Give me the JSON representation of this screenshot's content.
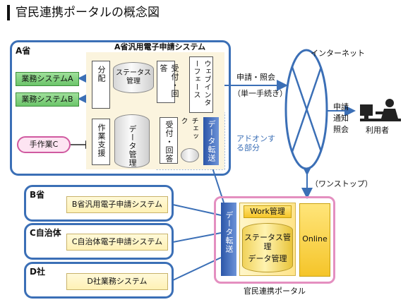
{
  "title": "官民連携ポータルの概念図",
  "a_ministry": {
    "label": "A省",
    "system_title": "A省汎用電子申請システム",
    "business_a": "業務システムA",
    "business_b": "業務システムB",
    "manual_c": "手作業C",
    "distribute": "分配",
    "status_mgmt": "ステータス管理",
    "reception_1": "受付・回答",
    "web_interface": "ウェブインターフェース",
    "work_support": "作業支援",
    "data_mgmt": "データ管理",
    "reception_2": "受付・回答",
    "check": "チェック",
    "data_transfer": "データ転送",
    "addon": "アドオンする部分"
  },
  "internet": {
    "label": "インターネット",
    "apply_inquiry": "申請・照会",
    "single_procedure": "（単一手続き）",
    "one_stop": "（ワンストップ）"
  },
  "user": {
    "actions": [
      "申請",
      "通知",
      "照会"
    ],
    "label": "利用者"
  },
  "others": [
    {
      "org": "B省",
      "system": "B省汎用電子申請システム"
    },
    {
      "org": "C自治体",
      "system": "C自治体電子申請システム"
    },
    {
      "org": "D社",
      "system": "D社業務システム"
    }
  ],
  "portal": {
    "data_transfer": "データ転送",
    "work_mgmt": "Work管理",
    "status_mgmt": "ステータス管理",
    "data_mgmt": "データ管理",
    "online": "Online",
    "label": "官民連携ポータル"
  },
  "colors": {
    "frame_blue": "#3b6fb6",
    "frame_pink": "#e48fc0",
    "arrow_blue": "#3b6fb6"
  }
}
